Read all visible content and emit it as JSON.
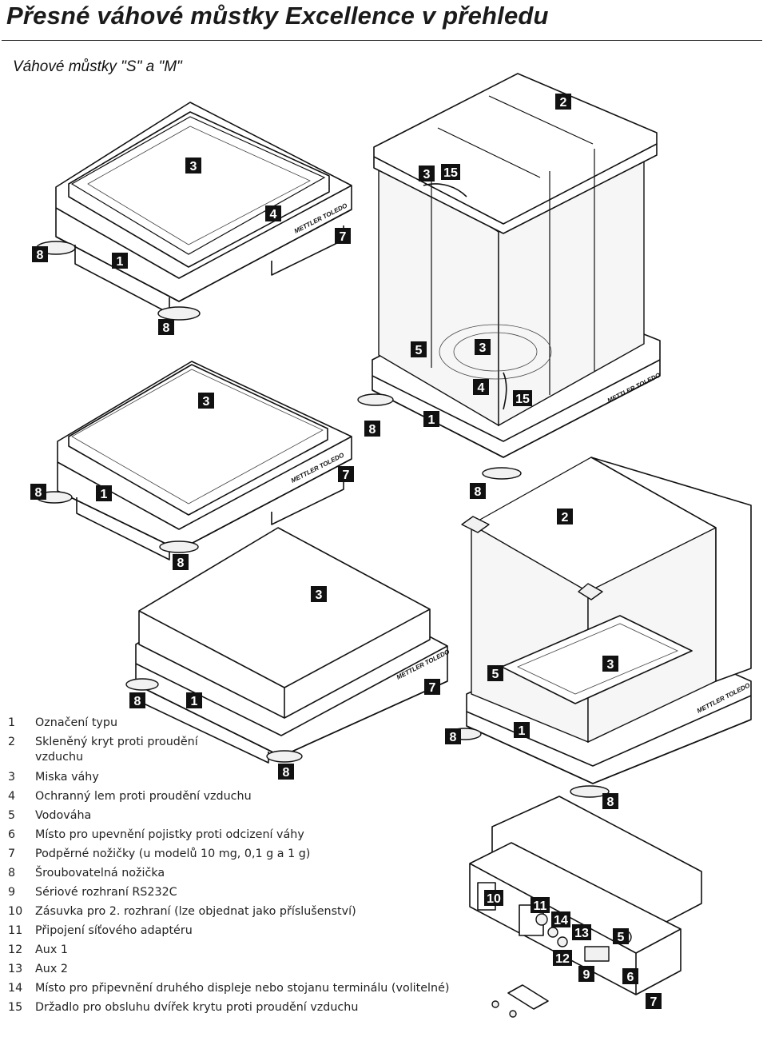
{
  "title": "Přesné váhové můstky Excellence v přehledu",
  "subtitle": "Váhové můstky \"S\" a \"M\"",
  "brand": "METTLER TOLEDO",
  "legend": [
    {
      "num": "1",
      "text": "Označení typu"
    },
    {
      "num": "2",
      "text": "Skleněný kryt proti proudění",
      "text2": "vzduchu"
    },
    {
      "num": "3",
      "text": "Miska váhy"
    },
    {
      "num": "4",
      "text": "Ochranný lem proti proudění vzduchu"
    },
    {
      "num": "5",
      "text": "Vodováha"
    },
    {
      "num": "6",
      "text": "Místo pro upevnění pojistky proti odcizení váhy"
    },
    {
      "num": "7",
      "text": "Podpěrné nožičky (u modelů 10 mg, 0,1 g a 1 g)"
    },
    {
      "num": "8",
      "text": "Šroubovatelná nožička"
    },
    {
      "num": "9",
      "text": "Sériové rozhraní RS232C"
    },
    {
      "num": "10",
      "text": "Zásuvka pro 2. rozhraní (lze objednat jako příslušenství)"
    },
    {
      "num": "11",
      "text": "Připojení síťového adaptéru"
    },
    {
      "num": "12",
      "text": "Aux 1"
    },
    {
      "num": "13",
      "text": "Aux 2"
    },
    {
      "num": "14",
      "text": "Místo pro připevnění druhého displeje nebo stojanu terminálu (volitelné)"
    },
    {
      "num": "15",
      "text": "Držadlo pro obsluhu dvířek krytu proti proudění vzduchu"
    }
  ],
  "badges": {
    "b1": "3",
    "b2": "4",
    "b3": "7",
    "b4": "8",
    "b5": "1",
    "b6": "8",
    "b7": "2",
    "b8": "3",
    "b9": "15",
    "b10": "5",
    "b11": "3",
    "b12": "4",
    "b13": "15",
    "b14": "8",
    "b15": "1",
    "b16": "3",
    "b17": "7",
    "b18": "8",
    "b19": "1",
    "b20": "8",
    "b21": "8",
    "b22": "2",
    "b23": "3",
    "b24": "5",
    "b25": "3",
    "b26": "7",
    "b27": "8",
    "b28": "1",
    "b29": "8",
    "b30": "8",
    "b31": "1",
    "b32": "8",
    "b33": "10",
    "b34": "11",
    "b35": "14",
    "b36": "13",
    "b37": "5",
    "b38": "12",
    "b39": "9",
    "b40": "6",
    "b41": "7"
  }
}
